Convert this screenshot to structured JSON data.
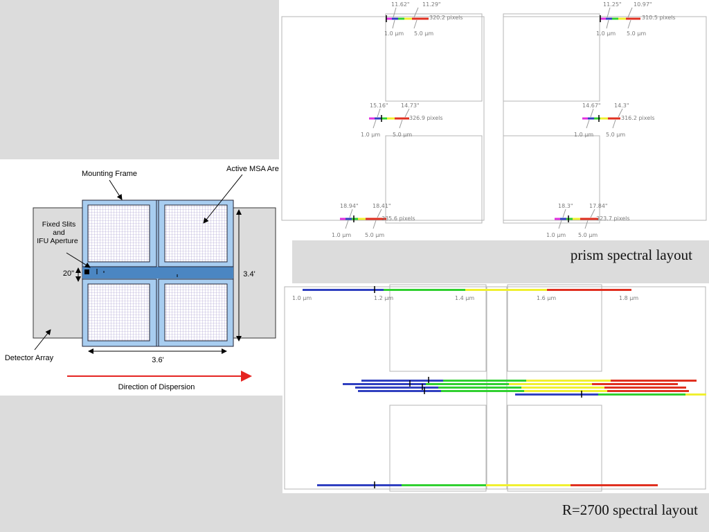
{
  "captions": {
    "prism": "prism spectral layout",
    "r2700": "R=2700 spectral layout"
  },
  "msa": {
    "mounting_frame": "Mounting Frame",
    "active_area": "Active MSA Area",
    "fixed_slits_1": "Fixed Slits",
    "fixed_slits_2": "and",
    "fixed_slits_3": "IFU Aperture",
    "gap": "20\"",
    "height": "3.4'",
    "width": "3.6'",
    "detector": "Detector Array",
    "dispersion": "Direction of Dispersion"
  },
  "prism": {
    "left": [
      {
        "a": "11.62\"",
        "b": "11.29\"",
        "pix": "320.2 pixels",
        "w1": "1.0 μm",
        "w2": "5.0 μm"
      },
      {
        "a": "15.16\"",
        "b": "14.73\"",
        "pix": "326.9 pixels",
        "w1": "1.0 μm",
        "w2": "5.0 μm"
      },
      {
        "a": "18.94\"",
        "b": "18.41\"",
        "pix": "335.6 pixels",
        "w1": "1.0 μm",
        "w2": "5.0 μm"
      }
    ],
    "right": [
      {
        "a": "11.25\"",
        "b": "10.97\"",
        "pix": "310.5 pixels",
        "w1": "1.0 μm",
        "w2": "5.0 μm"
      },
      {
        "a": "14.67\"",
        "b": "14.3\"",
        "pix": "316.2 pixels",
        "w1": "1.0 μm",
        "w2": "5.0 μm"
      },
      {
        "a": "18.3\"",
        "b": "17.84\"",
        "pix": "323.7 pixels",
        "w1": "1.0 μm",
        "w2": "5.0 μm"
      }
    ]
  },
  "r2700": {
    "wavelengths": [
      "1.0 μm",
      "1.2 μm",
      "1.4 μm",
      "1.6 μm",
      "1.8 μm"
    ]
  },
  "colors": {
    "frame_blue": "#a8cdf0",
    "active_blue": "#4b86c2",
    "arrow_red": "#e52421",
    "band_blue": "#3040c0",
    "band_green": "#30d030",
    "band_yellow": "#f0f030",
    "band_red": "#e03020",
    "band_magenta": "#e030e0"
  }
}
